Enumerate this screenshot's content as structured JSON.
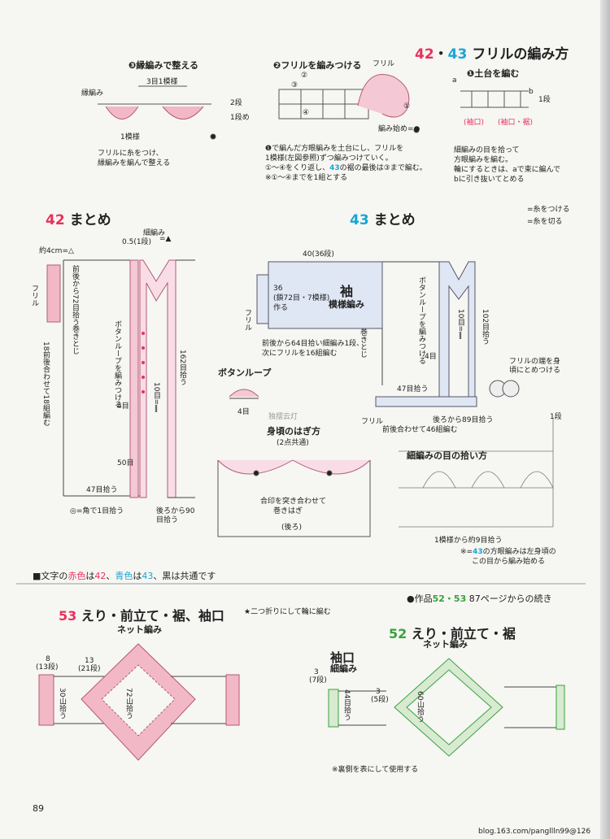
{
  "colors": {
    "red": "#e8325a",
    "blue": "#1aa6d4",
    "green": "#38a23a",
    "pink": "#f2b8c6",
    "pinkline": "#b45a7a",
    "sleeve": "#dfe6f4"
  },
  "top": {
    "title_red": "42",
    "title_dot": "・",
    "title_blue": "43",
    "title_rest": "フリルの編み方",
    "s1": {
      "heading": "❶土台を編む",
      "a": "a",
      "b": "b",
      "row": "1段",
      "red1": "(袖口)",
      "red2": "(袖口・裾)",
      "desc": [
        "細編みの目を拾って",
        "方眼編みを編む。",
        "輪にするときは、aで束に編んで",
        "bに引き抜いてとめる"
      ]
    },
    "s2": {
      "heading": "❷フリルを編みつける",
      "frill": "フリル",
      "start": "編み始め=●",
      "m2": "②",
      "m3": "③",
      "m4": "④",
      "m1": "①",
      "desc": [
        "❶で編んだ方眼編みを土台にし、フリルを",
        "1模様(左図参照)ずつ編みつけていく。",
        "①〜④をくり返し、",
        "の裾の最後は③まで編む。",
        "※①〜④までを1組とする"
      ],
      "desc_blue": "43"
    },
    "s3": {
      "heading": "❸縁編みで整える",
      "label1": "縁編み",
      "label2": "3目1模様",
      "label3": "1模様",
      "r2": "2段",
      "r1": "1段め",
      "desc": [
        "フリルに糸をつけ、",
        "縁編みを編んで整える"
      ]
    }
  },
  "s42": {
    "title_num": "42",
    "title_text": "まとめ",
    "top_label": "細編み",
    "top_label2": "0.5(1段)",
    "top_arrow": "=▲",
    "cuff_label": "約4cm=△",
    "frill": "フリル",
    "pick72": "前後から72目拾う",
    "roll": "巻きとじ",
    "knit18": "18前後合わせて18組編む",
    "button_loop": "ボタンループを編みつける",
    "ten": "10目=‖",
    "four": "4目",
    "fifty": "50目",
    "pick162": "162目拾う",
    "pick47": "47目拾う",
    "corner": "◎=角で1目拾う",
    "back90": "後ろから90目拾う"
  },
  "s43": {
    "title_num": "43",
    "title_text": "まとめ",
    "legend1": "=糸をつける",
    "legend2": "=糸を切る",
    "width": "40(36段)",
    "sleeve": "袖",
    "pattern": "模様編み",
    "rows36": "36",
    "rows_note": "(鎖72目・7模様)",
    "make": "作る",
    "frill": "フリル",
    "note1": "前後から64目拾い細編み1段、",
    "note2": "次にフリルを16組編む",
    "roll": "巻きとじ",
    "button_loop_lbl": "ボタンループ",
    "button_loop": "ボタンループを編みつける",
    "ten": "10目=‖",
    "four": "4目",
    "pick102": "102目拾う",
    "frill_end": "フリルの端を身頃にとめつける",
    "pick47": "47目拾う",
    "back89": "後ろから89目拾う",
    "front46": "前後合わせて46組編む",
    "frill2": "フリル",
    "seam_title": "身頃のはぎ方",
    "seam_sub": "(2点共通)",
    "seam_note1": "合印を突き合わせて",
    "seam_note2": "巻きはぎ",
    "seam_back": "(後ろ)",
    "pick_title": "細編みの目の拾い方",
    "row1": "1段",
    "pick9": "1模様から約9目拾う",
    "pick_note1": "※=",
    "pick_note_blue": "43",
    "pick_note2": "の方眼編みは左身頃の",
    "pick_note3": "この目から編み始める",
    "four_left": "4目"
  },
  "legend": {
    "prefix": "■文字の",
    "red_word": "赤色",
    "mid1": "は",
    "red_num": "42",
    "mid2": "、",
    "blue_word": "青色",
    "mid3": "は",
    "blue_num": "43",
    "suffix": "、黒は共通です"
  },
  "continue": {
    "prefix": "●作品",
    "nums": "52・53",
    "suffix": "87ページからの続き"
  },
  "s53": {
    "num": "53",
    "title": "えり・前立て・裾、袖口",
    "sub": "ネット編み",
    "star": "★二つ折りにして輪に編む",
    "l8": "8",
    "l13r": "(13段)",
    "l13": "13",
    "l21": "(21段)",
    "l30": "30山拾う",
    "l72": "72山拾う"
  },
  "s52": {
    "num": "52",
    "title": "えり・前立て・裾",
    "sub": "ネット編み",
    "cuff": "袖口",
    "cuff_sub": "細編み",
    "l3": "3",
    "l7": "(7段)",
    "l44": "44目拾う",
    "l3b": "3",
    "l5": "(5段)",
    "l60": "60山拾う",
    "note": "※裏側を表にして使用する"
  },
  "footer": {
    "page": "89",
    "url": "blog.163.com/pangllln99@126"
  },
  "watermark": "独摆云灯"
}
